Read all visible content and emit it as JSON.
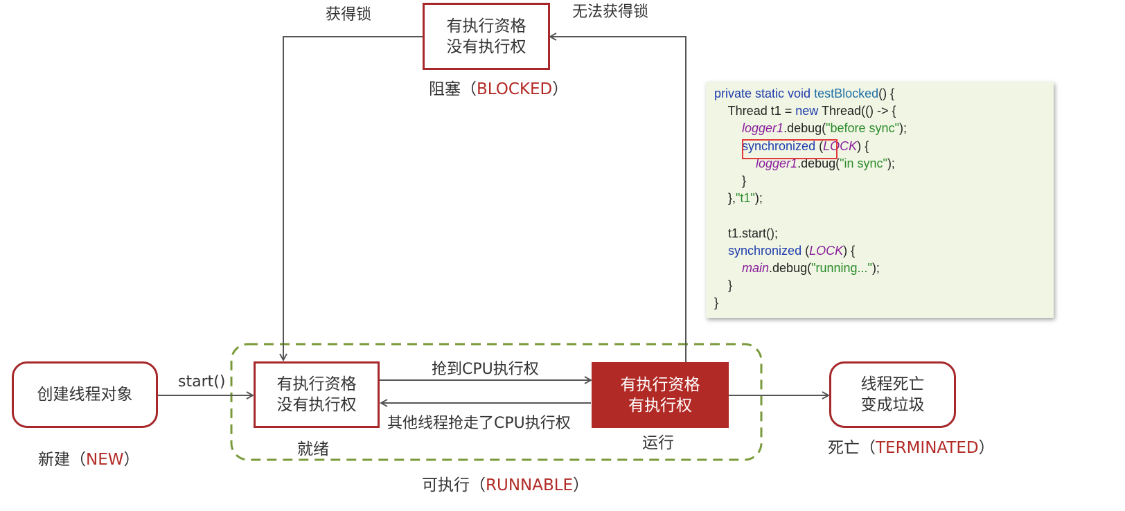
{
  "states": {
    "blocked": {
      "box_lines": [
        "有执行资格",
        "没有执行权"
      ],
      "label_cn": "阻塞（",
      "label_en": "BLOCKED",
      "label_close": "）"
    },
    "new": {
      "box_text": "创建线程对象",
      "label_cn": "新建（",
      "label_en": "NEW",
      "label_close": "）"
    },
    "ready": {
      "box_lines": [
        "有执行资格",
        "没有执行权"
      ],
      "label": "就绪"
    },
    "running": {
      "box_lines": [
        "有执行资格",
        "有执行权"
      ],
      "label": "运行"
    },
    "runnable_group": {
      "label_cn": "可执行（",
      "label_en": "RUNNABLE",
      "label_close": "）"
    },
    "terminated": {
      "box_lines": [
        "线程死亡",
        "变成垃圾"
      ],
      "label_cn": "死亡（",
      "label_en": "TERMINATED",
      "label_close": "）"
    }
  },
  "transitions": {
    "acquire_lock": "获得锁",
    "fail_lock": "无法获得锁",
    "start": "start()",
    "grab_cpu": "抢到CPU执行权",
    "lose_cpu": "其他线程抢走了CPU执行权"
  },
  "code": [
    [
      {
        "t": "private static void ",
        "c": "kw"
      },
      {
        "t": "testBlocked",
        "c": "fn"
      },
      {
        "t": "() {",
        "c": ""
      }
    ],
    [
      {
        "t": "    Thread t1 = ",
        "c": ""
      },
      {
        "t": "new ",
        "c": "kw"
      },
      {
        "t": "Thread(() -> {",
        "c": ""
      }
    ],
    [
      {
        "t": "        ",
        "c": ""
      },
      {
        "t": "logger1",
        "c": "it"
      },
      {
        "t": ".debug(",
        "c": ""
      },
      {
        "t": "\"before sync\"",
        "c": "str"
      },
      {
        "t": ");",
        "c": ""
      }
    ],
    [
      {
        "t": "        ",
        "c": ""
      },
      {
        "t": "synchronized ",
        "c": "kw"
      },
      {
        "t": "(",
        "c": ""
      },
      {
        "t": "LOCK",
        "c": "it"
      },
      {
        "t": ") {",
        "c": ""
      }
    ],
    [
      {
        "t": "            ",
        "c": ""
      },
      {
        "t": "logger1",
        "c": "it"
      },
      {
        "t": ".debug(",
        "c": ""
      },
      {
        "t": "\"in sync\"",
        "c": "str"
      },
      {
        "t": ");",
        "c": ""
      }
    ],
    [
      {
        "t": "        }",
        "c": ""
      }
    ],
    [
      {
        "t": "    },",
        "c": ""
      },
      {
        "t": "\"t1\"",
        "c": "str"
      },
      {
        "t": ");",
        "c": ""
      }
    ],
    [
      {
        "t": "",
        "c": ""
      }
    ],
    [
      {
        "t": "    t1.start();",
        "c": ""
      }
    ],
    [
      {
        "t": "    ",
        "c": ""
      },
      {
        "t": "synchronized ",
        "c": "kw"
      },
      {
        "t": "(",
        "c": ""
      },
      {
        "t": "LOCK",
        "c": "it"
      },
      {
        "t": ") {",
        "c": ""
      }
    ],
    [
      {
        "t": "        ",
        "c": ""
      },
      {
        "t": "main",
        "c": "it"
      },
      {
        "t": ".debug(",
        "c": ""
      },
      {
        "t": "\"running...\"",
        "c": "str"
      },
      {
        "t": ");",
        "c": ""
      }
    ],
    [
      {
        "t": "    }",
        "c": ""
      }
    ],
    [
      {
        "t": "}",
        "c": ""
      }
    ]
  ],
  "colors": {
    "accent_red": "#b22a26",
    "box_border": "#a6282b",
    "group_dash": "#7a9a3a",
    "arrow": "#555555",
    "code_bg": "#f1f6e4",
    "highlight": "#e23a3a"
  }
}
